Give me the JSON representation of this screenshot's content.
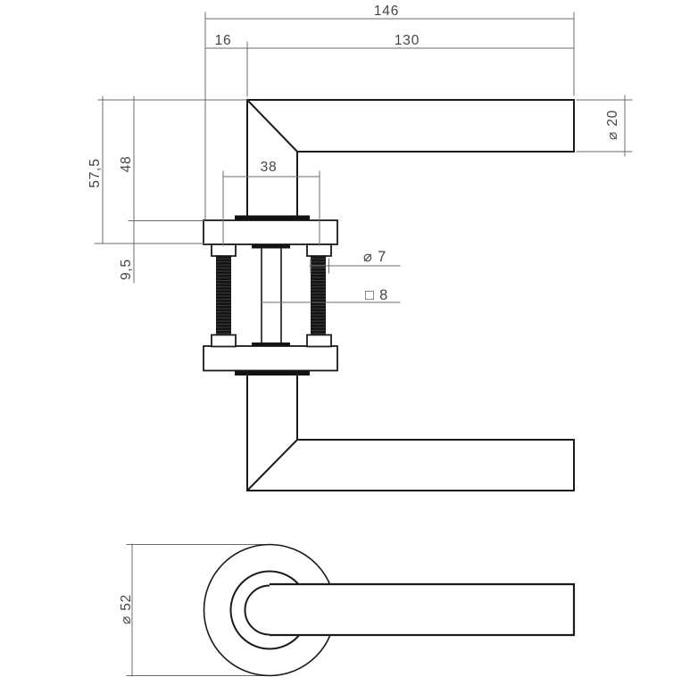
{
  "drawing": {
    "kind": "door-handle-technical-drawing",
    "views": {
      "top_view": "handle assembly seen from above",
      "front_view": "rose and lever seen from front"
    }
  },
  "dimensions": {
    "total_length": "146",
    "neck_offset": "16",
    "lever_length": "130",
    "total_height": "57,5",
    "height_to_rose": "48",
    "rose_thickness": "9,5",
    "screw_distance": "38",
    "bolt_diameter": "⌀ 7",
    "spindle_square": "□ 8",
    "lever_diameter": "⌀ 20",
    "rose_diameter": "⌀ 52"
  },
  "colors": {
    "background": "#ffffff",
    "object_line": "#1a1a1a",
    "dimension_line": "#6b6b6b",
    "label_text": "#454545"
  }
}
